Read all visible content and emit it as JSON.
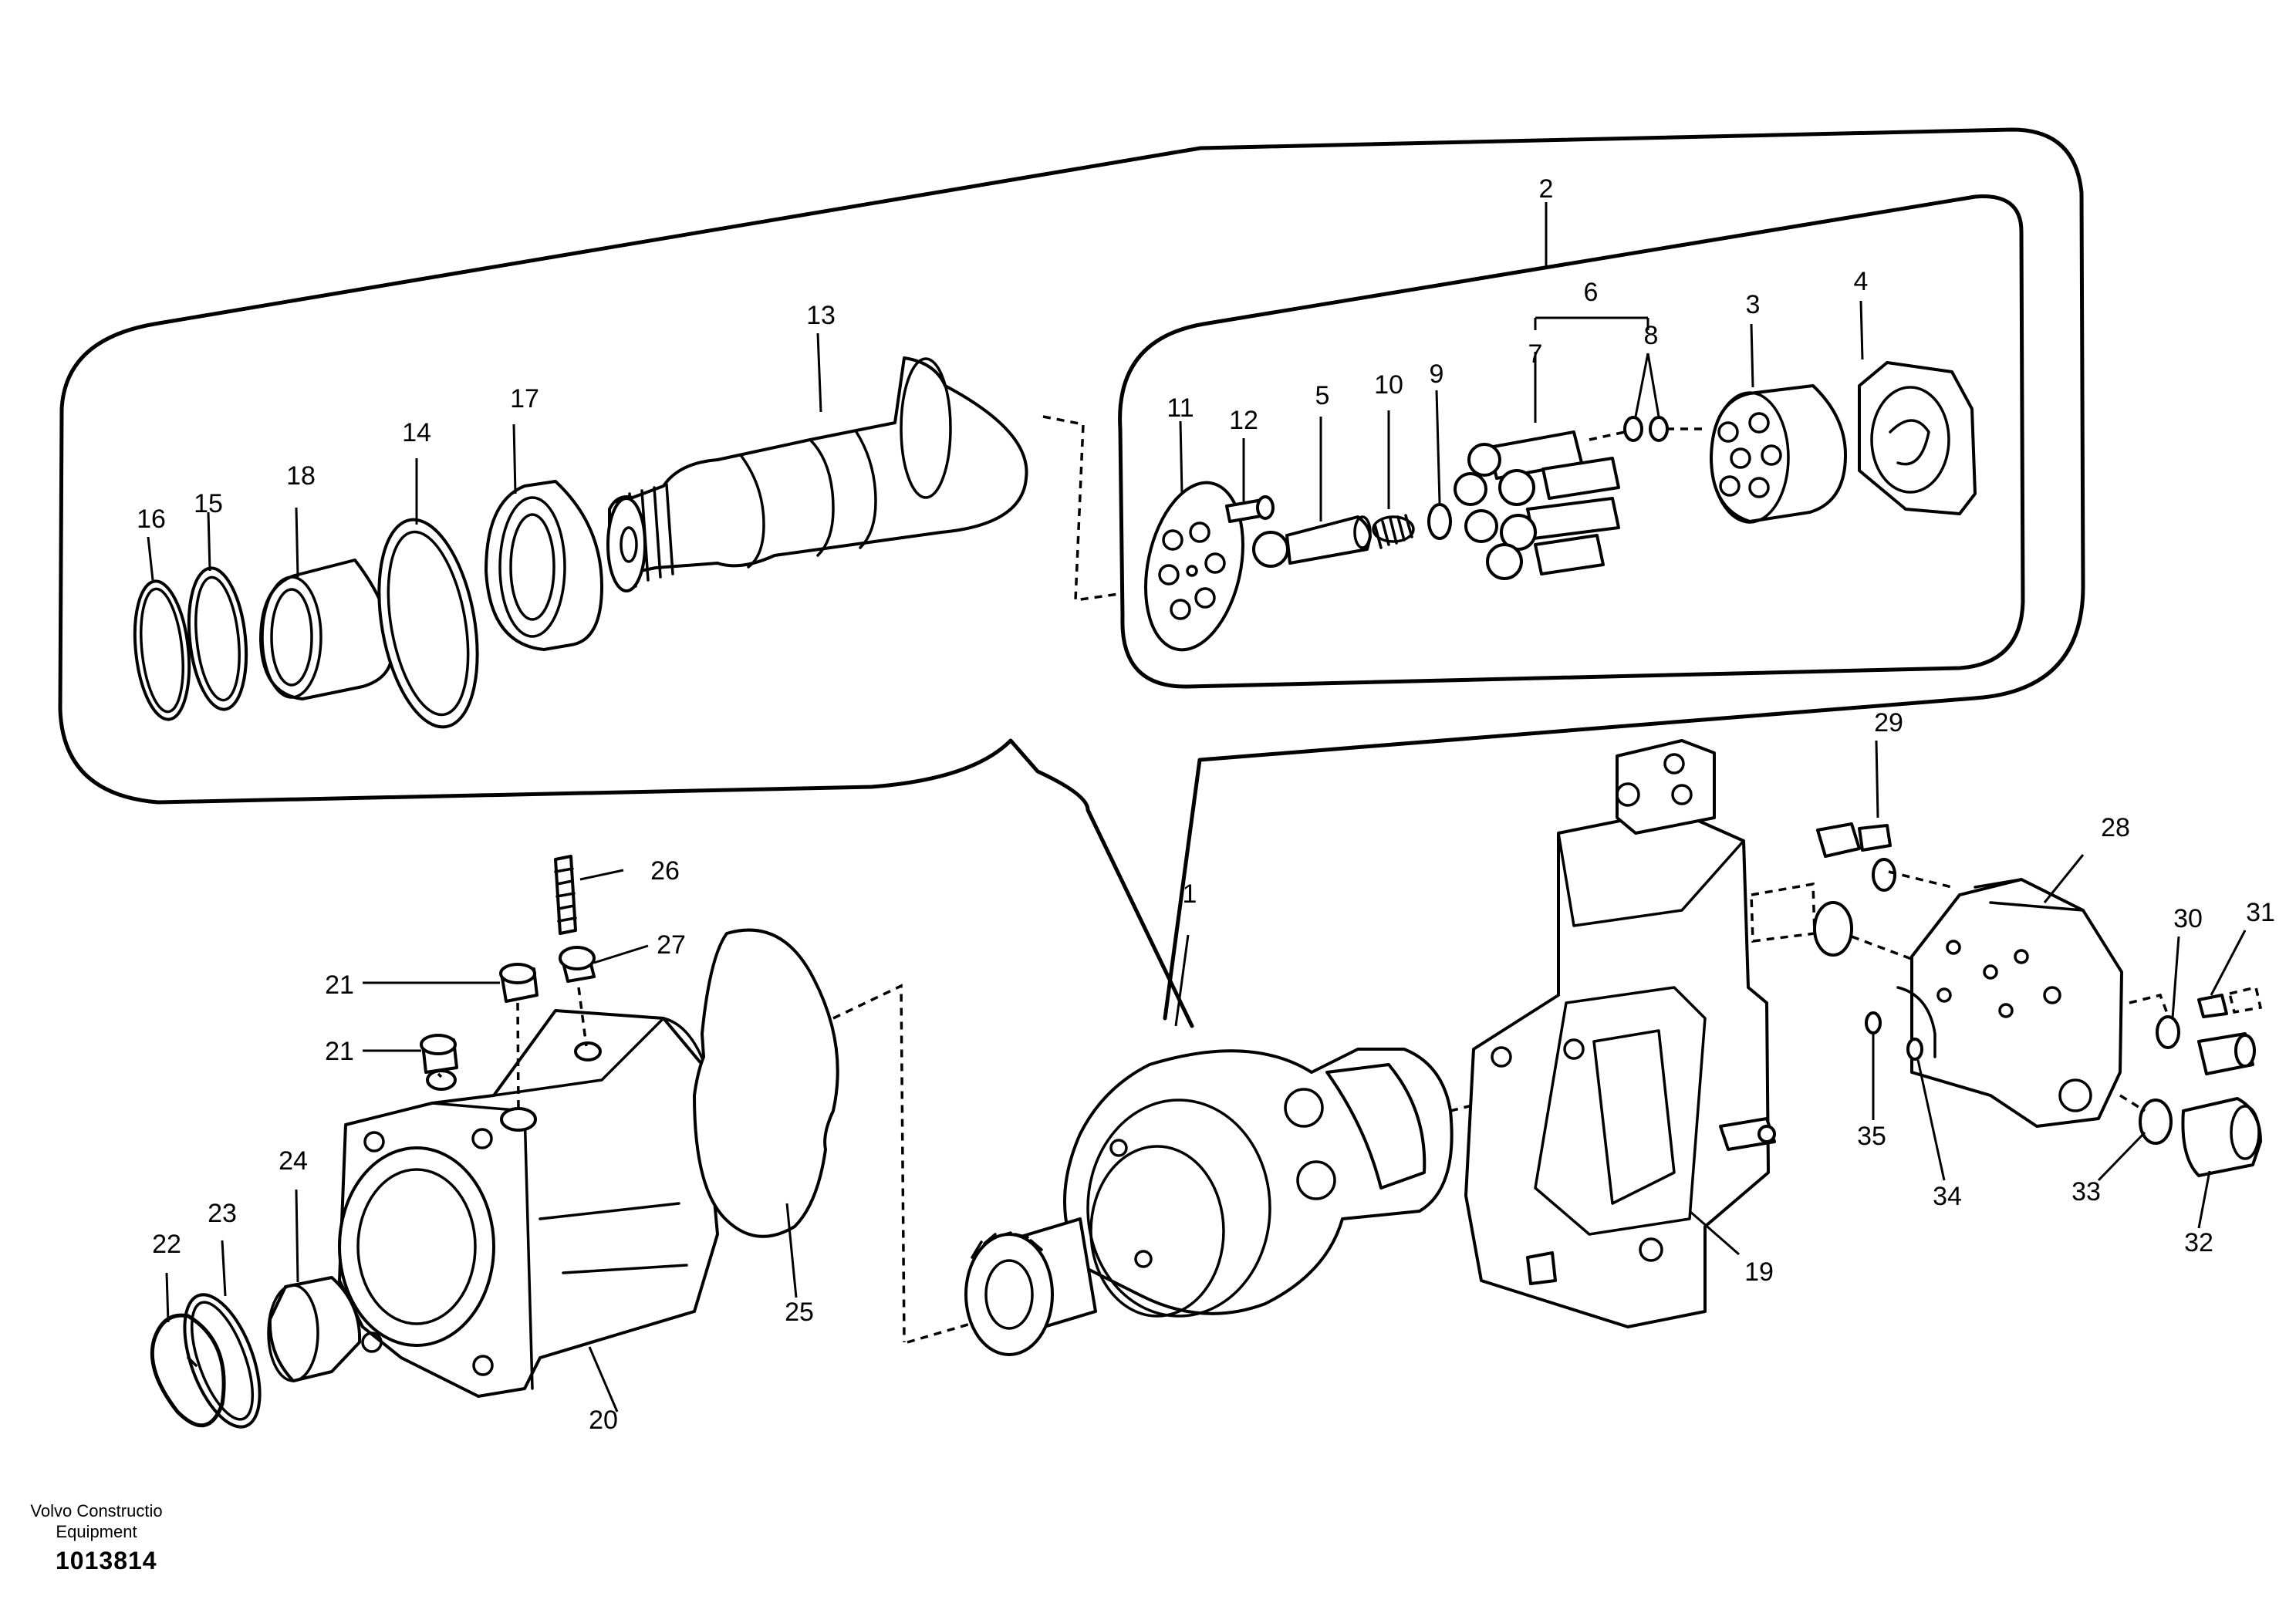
{
  "footer": {
    "brand_line1": "Volvo Constructio",
    "brand_line2": "Equipment",
    "figure_code": "1013814"
  },
  "callouts": [
    "1",
    "2",
    "3",
    "4",
    "5",
    "6",
    "7",
    "8",
    "9",
    "10",
    "11",
    "12",
    "13",
    "14",
    "15",
    "16",
    "17",
    "18",
    "19",
    "20",
    "21",
    "21",
    "22",
    "23",
    "24",
    "25",
    "26",
    "27",
    "28",
    "29",
    "30",
    "31",
    "32",
    "33",
    "34",
    "35"
  ]
}
